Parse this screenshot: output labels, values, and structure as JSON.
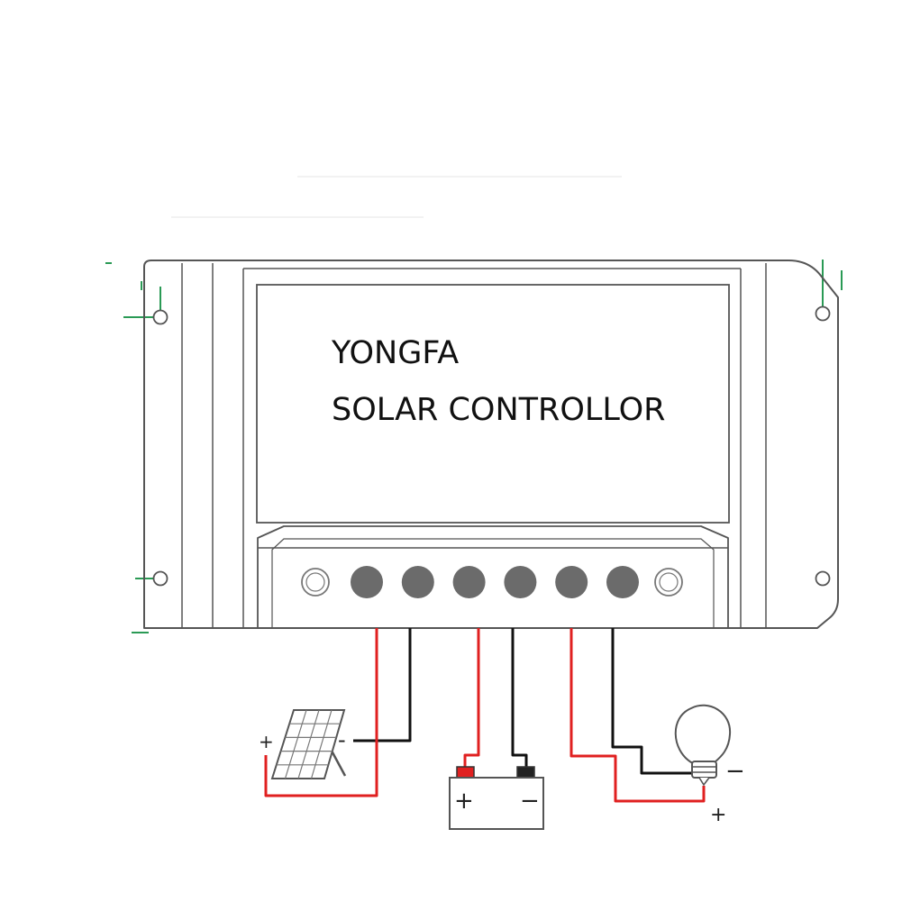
{
  "device": {
    "brand": "YONGFA",
    "product": "SOLAR CONTROLLOR"
  },
  "terminals": {
    "count": 6
  },
  "components": {
    "solar_panel": {
      "positive": "+",
      "negative": "-"
    },
    "battery": {
      "positive": "+",
      "negative": "−"
    },
    "lamp": {
      "positive": "+",
      "negative": "−"
    }
  },
  "colors": {
    "positive_wire": "#e02020",
    "negative_wire": "#111111",
    "outline": "#555555",
    "terminal": "#6b6b6b",
    "dimension": "#2a9a55"
  }
}
